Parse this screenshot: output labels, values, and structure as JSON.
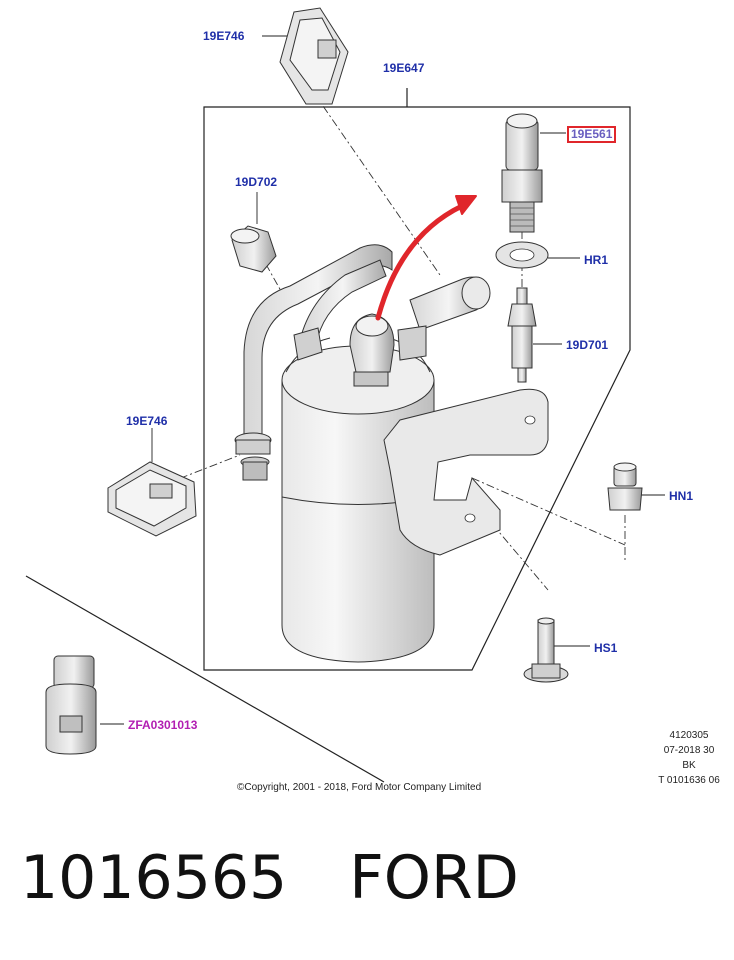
{
  "diagram": {
    "callouts": {
      "clip_top": "19E746",
      "assembly": "19E647",
      "sensor": "19E561",
      "cap": "19D702",
      "washer": "HR1",
      "valve": "19D701",
      "clip_side": "19E746",
      "nut": "HN1",
      "bolt": "HS1",
      "refrigerant": "ZFA0301013"
    },
    "reference_block": [
      "4120305",
      "07-2018 30",
      "BK",
      "T 0101636 06"
    ],
    "copyright": "©Copyright, 2001 - 2018, Ford Motor Company Limited",
    "highlight_color": "#e0262b",
    "label_color": "#1f2fa8"
  },
  "caption": {
    "part_number": "1016565",
    "brand": "FORD"
  }
}
